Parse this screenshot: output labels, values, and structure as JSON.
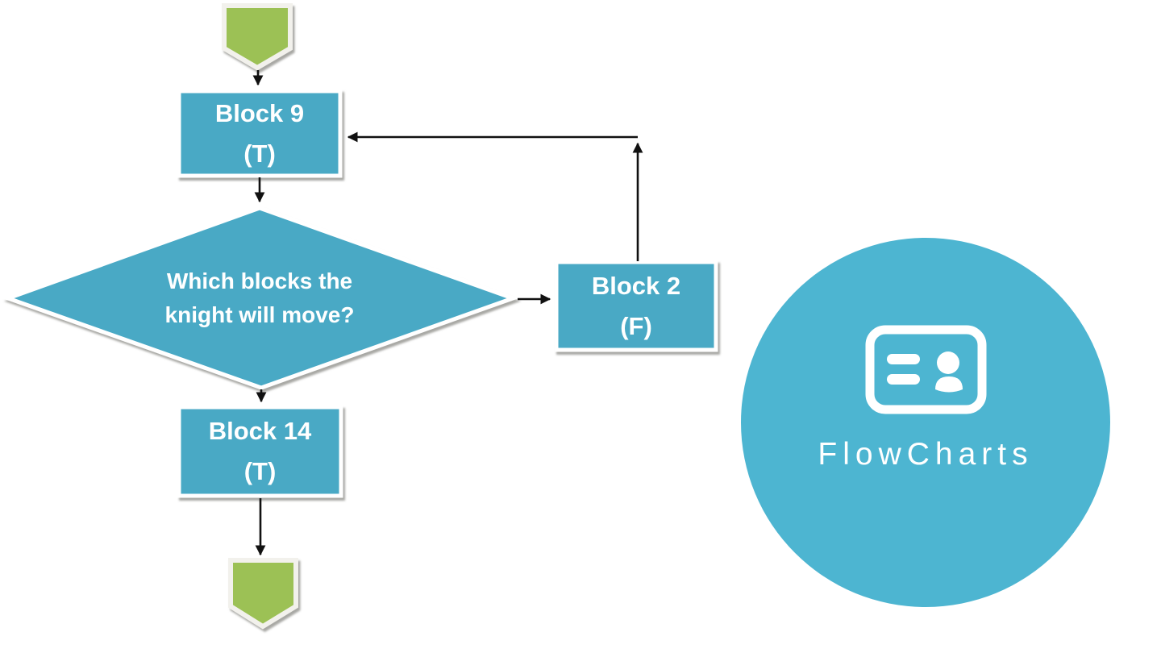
{
  "flowchart": {
    "nodes": {
      "block9": {
        "line1": "Block 9",
        "line2": "(T)"
      },
      "decision": {
        "line1": "Which blocks the",
        "line2": "knight will move?"
      },
      "block2": {
        "line1": "Block 2",
        "line2": "(F)"
      },
      "block14": {
        "line1": "Block 14",
        "line2": "(T)"
      }
    },
    "terminators": {
      "start": "start-terminator",
      "end": "end-terminator"
    }
  },
  "logo": {
    "text": "FlowCharts",
    "icon": "id-card-icon"
  },
  "colors": {
    "process_fill": "#4AA9C5",
    "decision_fill": "#4AA9C5",
    "terminator_fill": "#9CC155",
    "badge_fill": "#4DB5D1",
    "connector": "#111111",
    "node_text": "#FFFFFF"
  }
}
